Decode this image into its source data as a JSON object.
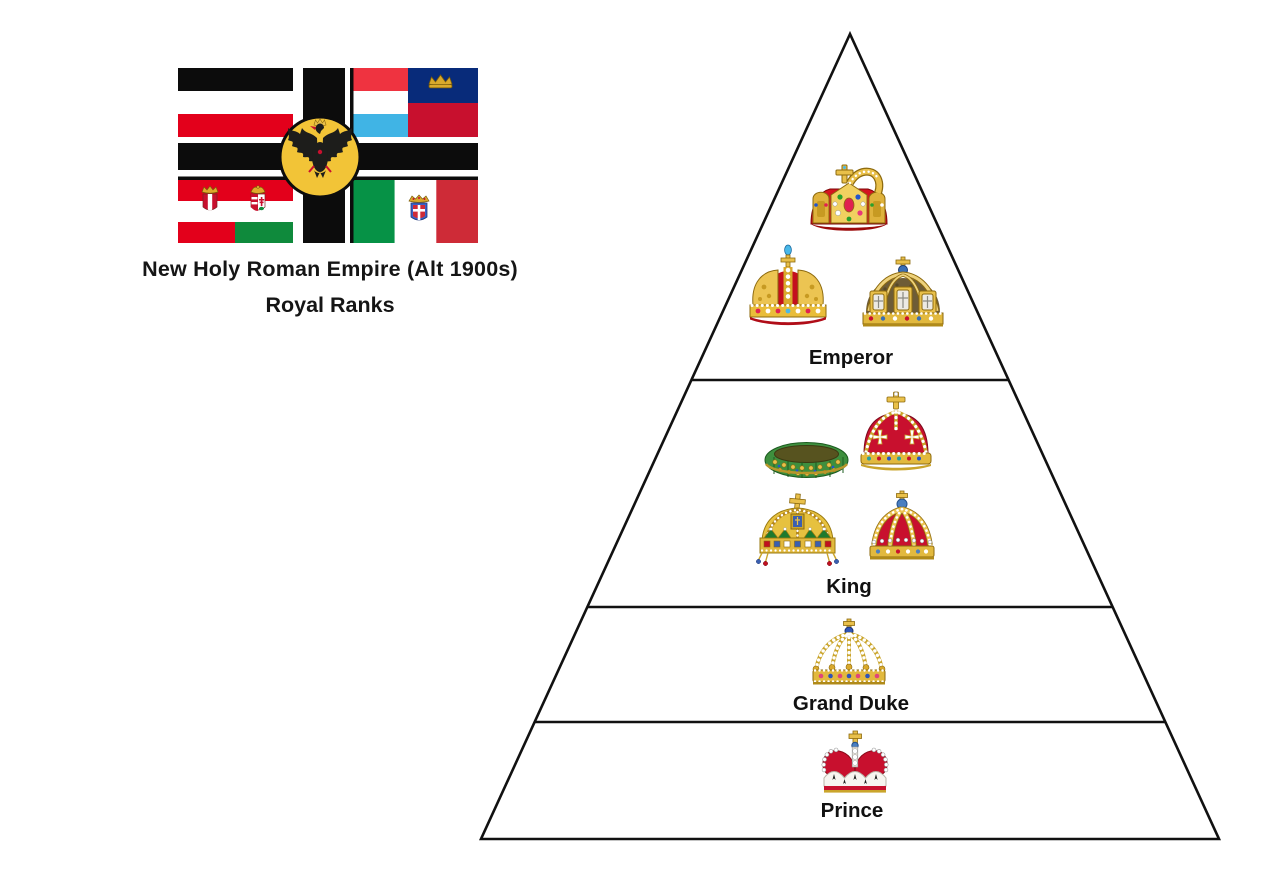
{
  "title": {
    "line1": "New Holy Roman Empire (Alt 1900s)",
    "line2": "Royal Ranks"
  },
  "flag": {
    "center_emblem": "imperial-eagle-on-gold-disc",
    "cross": "black-cross-with-white-fimbriation",
    "quadrants": {
      "top_left": "german-empire-black-white-red-tricolor",
      "top_right": "luxembourg-and-liechtenstein",
      "bottom_left": "austria-hungary-ensign-with-shields",
      "bottom_right": "italy-tricolor-with-savoy-shield"
    }
  },
  "pyramid": {
    "tiers": [
      {
        "label": "Emperor",
        "crown_icons": [
          "holy-roman-empire-imperial-crown",
          "austrian-imperial-crown",
          "german-state-crown"
        ]
      },
      {
        "label": "King",
        "crown_icons": [
          "royal-crown-with-white-crosses",
          "iron-crown-of-lombardy",
          "holy-crown-of-hungary",
          "prussian-royal-crown"
        ]
      },
      {
        "label": "Grand Duke",
        "crown_icons": [
          "grand-ducal-crown"
        ]
      },
      {
        "label": "Prince",
        "crown_icons": [
          "princely-crown"
        ]
      }
    ]
  },
  "colors": {
    "background": "#ffffff",
    "outline": "#111111",
    "text": "#151515",
    "gold": "#e9bd3a",
    "imperial_red": "#c8102e",
    "black": "#000000",
    "luxembourg_blue": "#40b4e5",
    "liechtenstein_blue": "#082b7a",
    "italy_green": "#069246",
    "iron_crown_green": "#3e8f3e"
  }
}
